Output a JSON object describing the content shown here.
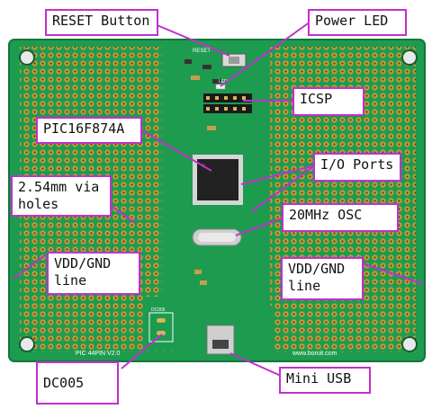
{
  "colors": {
    "pcb_green": "#1d9b4f",
    "pcb_dark_green": "#13763a",
    "pad_copper": "#c79a3a",
    "callout_magenta": "#c22fcf",
    "chip_black": "#222222"
  },
  "callouts": {
    "reset_button": "RESET Button",
    "power_led": "Power LED",
    "icsp": "ICSP",
    "pic": "PIC16F874A",
    "io_ports": "I/O Ports",
    "via_holes": "2.54mm via\nholes",
    "osc": "20MHz OSC",
    "vdd_gnd_left": "VDD/GND\nline",
    "vdd_gnd_right": "VDD/GND\nline",
    "dc005": "DC005",
    "mini_usb": "Mini USB"
  },
  "silkscreen": {
    "reset": "RESET",
    "led": "LED",
    "board_name": "PIC 44PIN V2.0",
    "website": "www.boruit.com",
    "dc005": "DC005"
  }
}
